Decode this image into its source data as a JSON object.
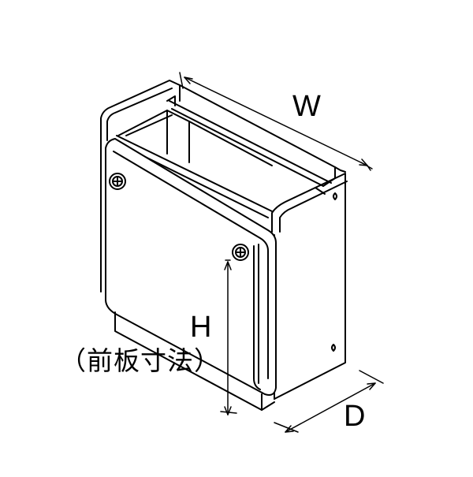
{
  "diagram": {
    "labels": {
      "width": "W",
      "height": "H",
      "depth": "D",
      "height_note": "（前板寸法）"
    },
    "colors": {
      "stroke": "#000000",
      "body_fill": "#ffffff",
      "shade": "#f2f2f2"
    },
    "icons": {
      "screw": "screw-icon",
      "hole": "mounting-hole-icon"
    }
  }
}
